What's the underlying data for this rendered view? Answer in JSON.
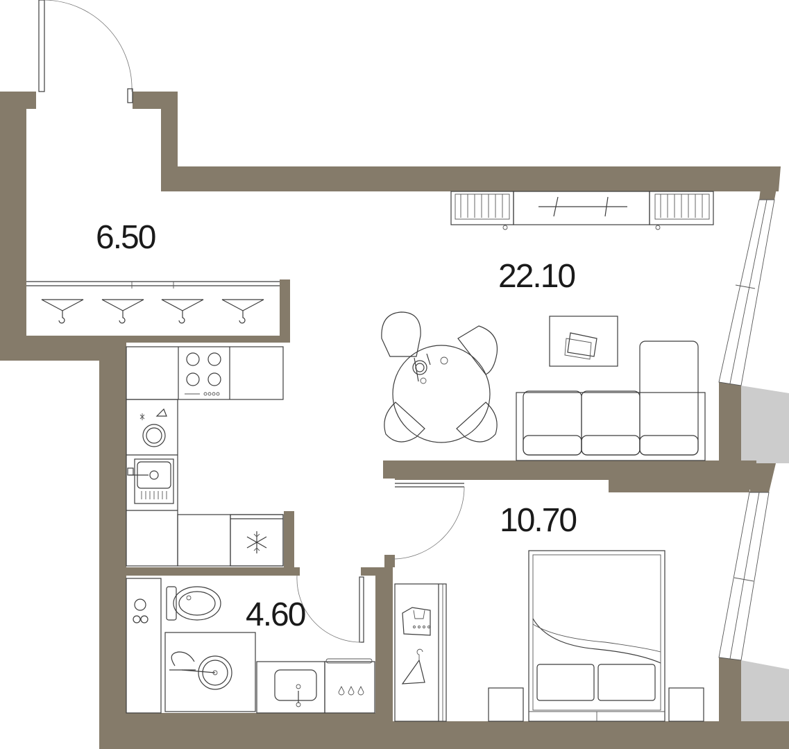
{
  "colors": {
    "wall": "#857b6a",
    "shade": "#cccccc",
    "line": "#3c3c3c"
  },
  "rooms": {
    "hall": {
      "area": "6.50"
    },
    "living": {
      "area": "22.10"
    },
    "bedroom": {
      "area": "10.70"
    },
    "bathroom": {
      "area": "4.60"
    }
  },
  "icons": [
    "hanger-icon",
    "stove-icon",
    "dishwasher-icon",
    "sink-icon",
    "fridge-icon",
    "toilet-icon",
    "shower-icon",
    "washbasin-icon",
    "washing-machine-icon",
    "dining-table-icon",
    "chair-icon",
    "sofa-icon",
    "coffee-table-icon",
    "tv-stand-icon",
    "radiator-icon",
    "bed-icon",
    "nightstand-icon",
    "wardrobe-icon",
    "door-icon",
    "window-icon"
  ]
}
